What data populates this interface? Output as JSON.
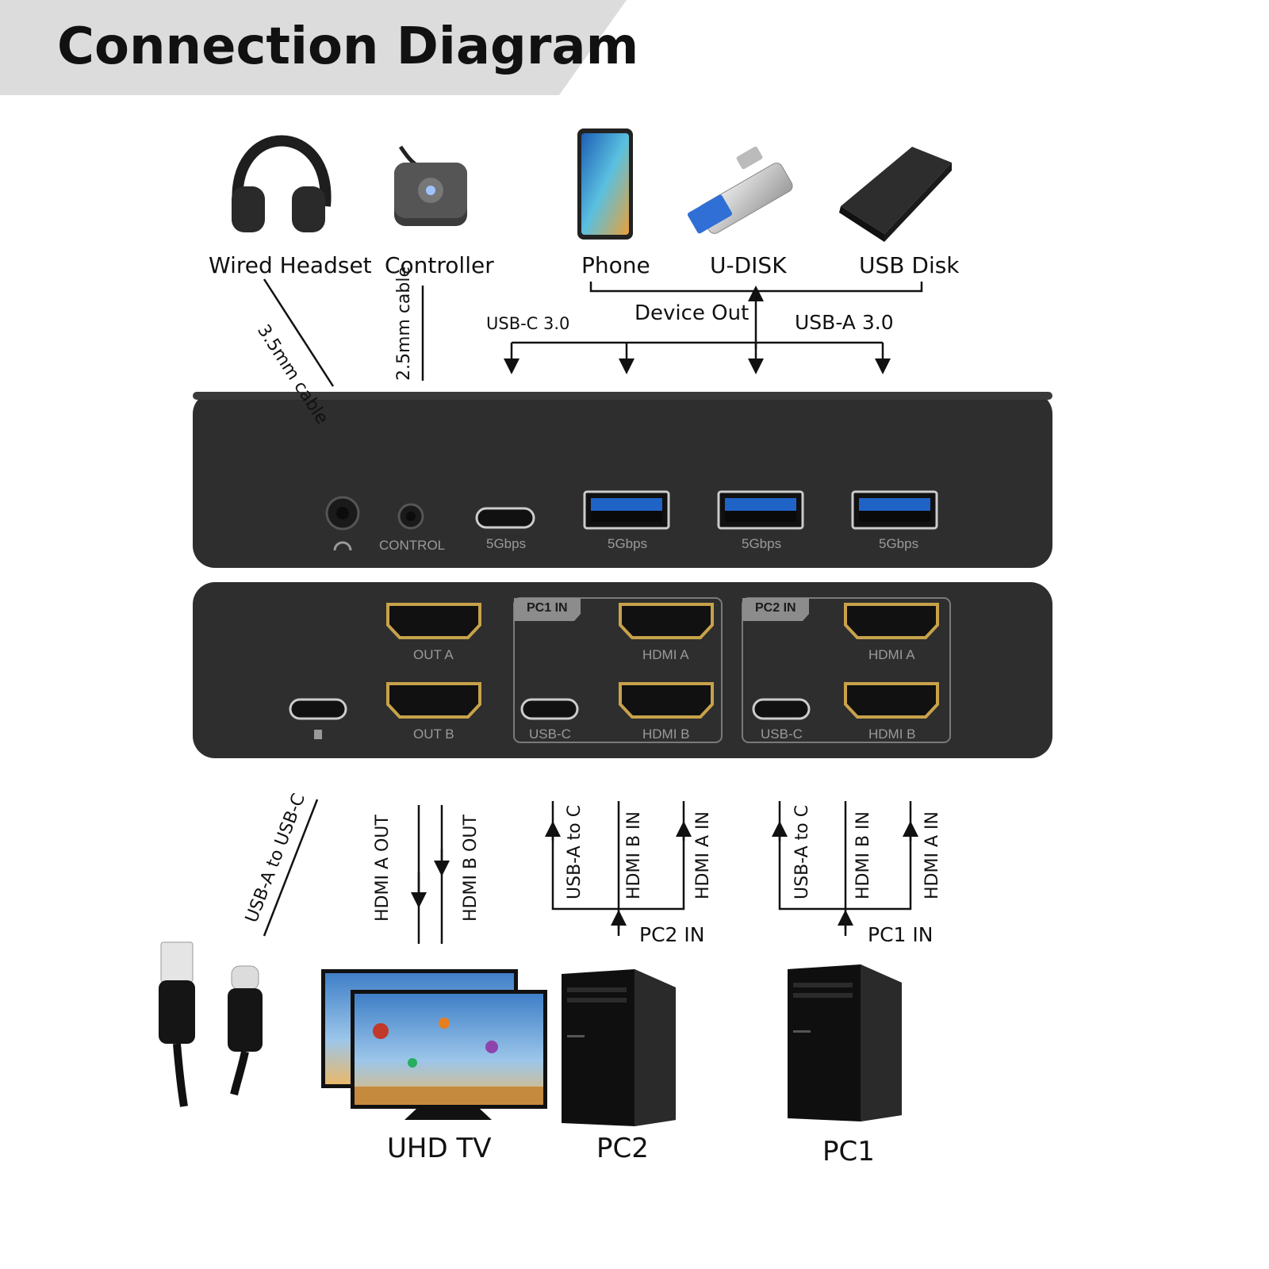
{
  "title": "Connection Diagram",
  "devices": {
    "headset": "Wired Headset",
    "controller": "Controller",
    "phone": "Phone",
    "udisk": "U-DISK",
    "usbdisk": "USB Disk"
  },
  "cables": {
    "audio": "3.5mm cable",
    "control": "2.5mm cable",
    "usbc": "USB-C 3.0",
    "device_out": "Device Out",
    "usba": "USB-A  3.0",
    "power": "USB-A to USB-C",
    "hdmi_a_out": "HDMI A OUT",
    "hdmi_b_out": "HDMI B OUT",
    "pc2_usb": "USB-A to C",
    "pc2_hdmib": "HDMI B IN",
    "pc2_hdmia": "HDMI A IN",
    "pc2_in": "PC2 IN",
    "pc1_usb": "USB-A to C",
    "pc1_hdmib": "HDMI B IN",
    "pc1_hdmia": "HDMI A IN",
    "pc1_in": "PC1 IN"
  },
  "front_panel": {
    "control": "CONTROL",
    "speed_c": "5Gbps",
    "speed_a1": "5Gbps",
    "speed_a2": "5Gbps",
    "speed_a3": "5Gbps"
  },
  "rear_panel": {
    "out_a": "OUT A",
    "out_b": "OUT B",
    "pc1_tab": "PC1 IN",
    "pc1_hdmi_a": "HDMI A",
    "pc1_usbc": "USB-C",
    "pc1_hdmi_b": "HDMI B",
    "pc2_tab": "PC2 IN",
    "pc2_hdmi_a": "HDMI A",
    "pc2_usbc": "USB-C",
    "pc2_hdmi_b": "HDMI B"
  },
  "bottom": {
    "tv": "UHD TV",
    "pc2": "PC2",
    "pc1": "PC1"
  },
  "colors": {
    "banner": "#dcdcdc",
    "device_body": "#2e2e2e",
    "usb_blue": "#1f63c7",
    "hdmi_gold": "#c8a24a"
  }
}
